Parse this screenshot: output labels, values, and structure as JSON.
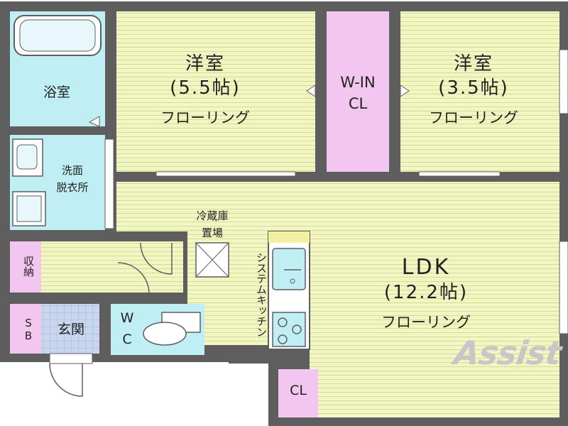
{
  "rooms": {
    "western_room_1": {
      "name": "洋室",
      "size": "(5.5帖)",
      "floor": "フローリング"
    },
    "western_room_2": {
      "name": "洋室",
      "size": "(3.5帖)",
      "floor": "フローリング"
    },
    "walk_in_closet": {
      "line1": "W-IN",
      "line2": "CL"
    },
    "bathroom": {
      "name": "浴室"
    },
    "washroom": {
      "line1": "洗面",
      "line2": "脱衣所"
    },
    "ldk": {
      "name": "LDK",
      "size": "(12.2帖)",
      "floor": "フローリング"
    },
    "fridge_space": {
      "line1": "冷蔵庫",
      "line2": "置場"
    },
    "system_kitchen": {
      "name": "システムキッチン"
    },
    "storage": {
      "name": "収納"
    },
    "shoe_box": {
      "name": "SB"
    },
    "entrance": {
      "name": "玄関"
    },
    "toilet": {
      "line1": "W",
      "line2": "C"
    },
    "closet": {
      "name": "CL"
    }
  },
  "logo_text": "Assist",
  "colors": {
    "wall": "#5e5e5e",
    "floor_room": "#f2f5c4",
    "floor_line": "#d5dc8e",
    "wet_area": "#bfeef4",
    "closet": "#f3c6ef",
    "entrance": "#c8d6ee",
    "kitchen_trim": "#f2f0a2",
    "logo": "#c7c7c7"
  }
}
